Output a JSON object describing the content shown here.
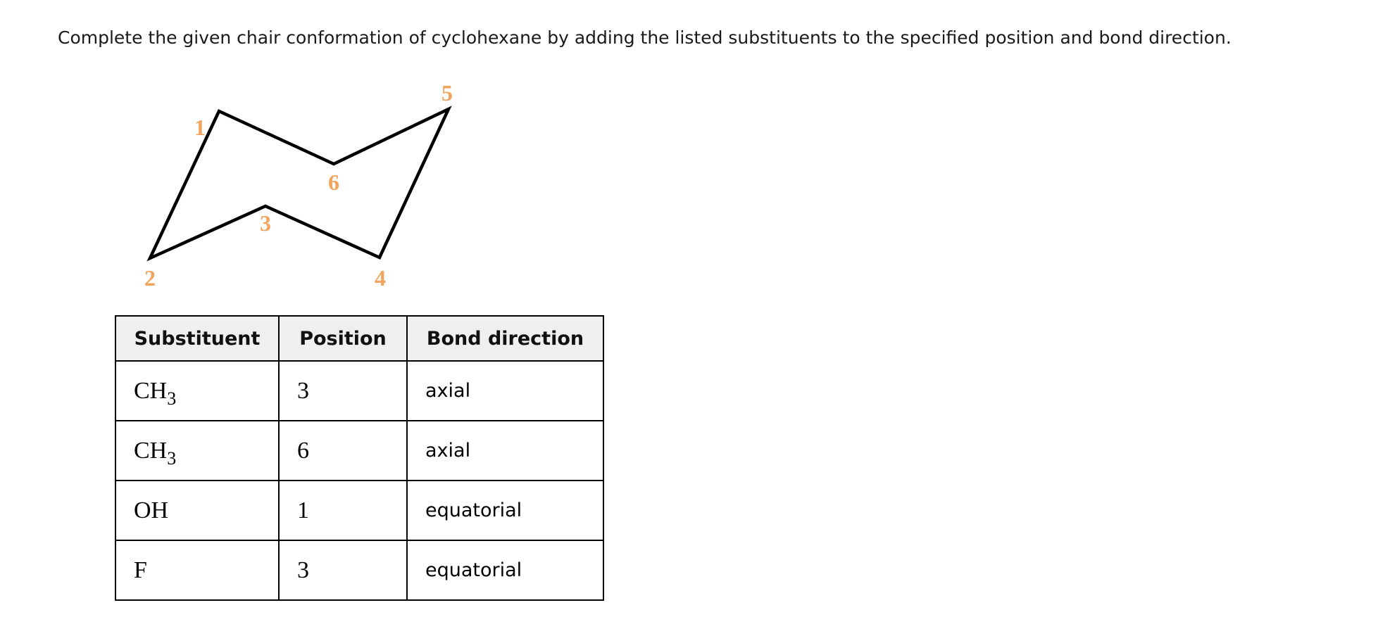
{
  "title": "Complete the given chair conformation of cyclohexane by adding the listed substituents to the specified position and bond direction.",
  "colors": {
    "accent": "#f2a45c",
    "line": "#000000",
    "header_bg": "#efefef",
    "text": "#1a1a1a"
  },
  "ring": {
    "description": "cyclohexane chair conformation with numbered carbon positions",
    "labels": [
      {
        "text": "1"
      },
      {
        "text": "2"
      },
      {
        "text": "3"
      },
      {
        "text": "4"
      },
      {
        "text": "5"
      },
      {
        "text": "6"
      }
    ]
  },
  "table": {
    "headers": [
      "Substituent",
      "Position",
      "Bond direction"
    ],
    "rows": [
      {
        "substituent": "CH",
        "subscript": "3",
        "position": "3",
        "bond_direction": "axial"
      },
      {
        "substituent": "CH",
        "subscript": "3",
        "position": "6",
        "bond_direction": "axial"
      },
      {
        "substituent": "OH",
        "subscript": "",
        "position": "1",
        "bond_direction": "equatorial"
      },
      {
        "substituent": "F",
        "subscript": "",
        "position": "3",
        "bond_direction": "equatorial"
      }
    ]
  }
}
